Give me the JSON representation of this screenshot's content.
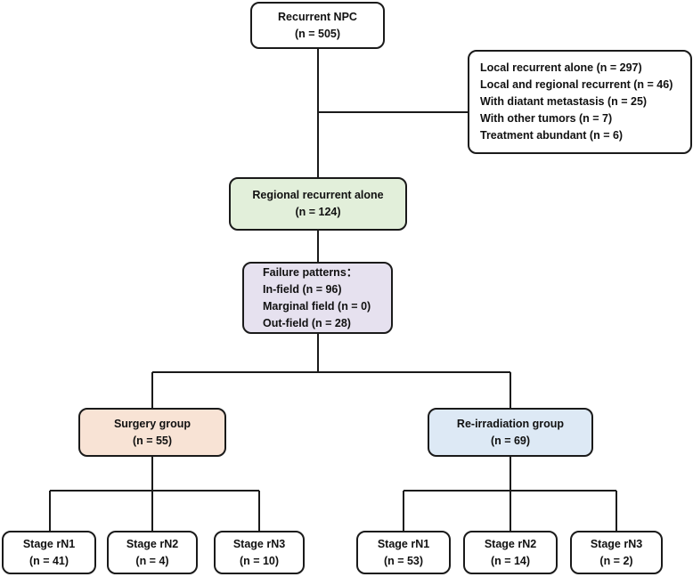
{
  "colors": {
    "line": "#1a1a1a",
    "white": "#ffffff",
    "green": "#e2efda",
    "purple": "#e6e1ef",
    "orange": "#f8e3d5",
    "blue": "#dde9f5"
  },
  "root": {
    "title": "Recurrent NPC",
    "count": "(n = 505)"
  },
  "excluded": {
    "items": [
      "Local recurrent alone (n = 297)",
      "Local and regional recurrent (n = 46)",
      "With diatant metastasis (n = 25)",
      "With other tumors (n = 7)",
      "Treatment abundant (n = 6)"
    ]
  },
  "regional": {
    "title": "Regional recurrent alone",
    "count": "(n = 124)"
  },
  "failure": {
    "title": "Failure patterns：",
    "items": [
      "In-field (n = 96)",
      "Marginal field (n = 0)",
      "Out-field (n = 28)"
    ]
  },
  "surgery": {
    "title": "Surgery group",
    "count": "(n = 55)",
    "stages": [
      {
        "label": "Stage rN1",
        "count": "(n = 41)"
      },
      {
        "label": "Stage rN2",
        "count": "(n = 4)"
      },
      {
        "label": "Stage rN3",
        "count": "(n = 10)"
      }
    ]
  },
  "reirradiation": {
    "title": "Re-irradiation group",
    "count": "(n = 69)",
    "stages": [
      {
        "label": "Stage rN1",
        "count": "(n = 53)"
      },
      {
        "label": "Stage rN2",
        "count": "(n = 14)"
      },
      {
        "label": "Stage rN3",
        "count": "(n = 2)"
      }
    ]
  }
}
